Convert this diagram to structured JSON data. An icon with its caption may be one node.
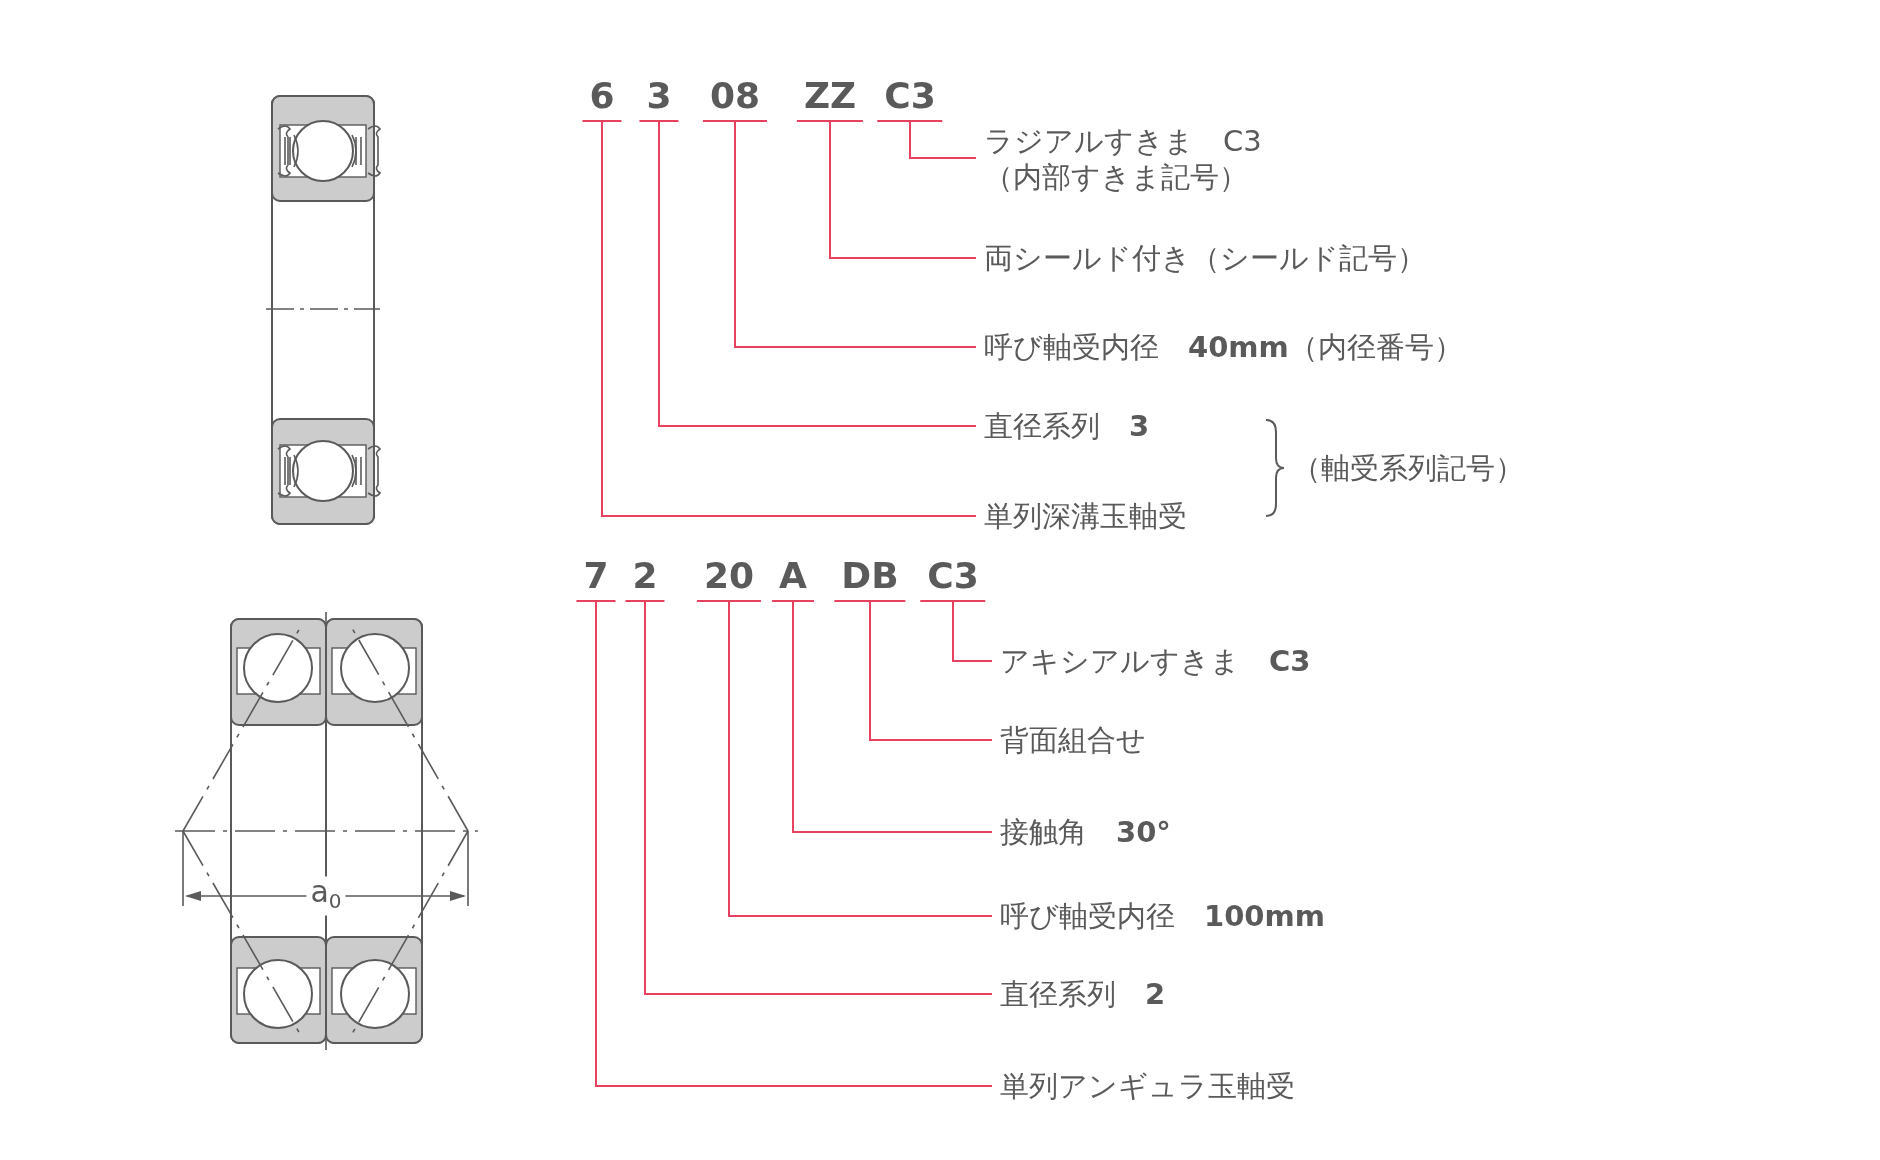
{
  "diagram": {
    "nodes": [
      {
        "text": [
          "6"
        ]
      },
      {
        "text": [
          "3"
        ]
      },
      {
        "text": [
          "08"
        ]
      },
      {
        "text": [
          "ZZ"
        ]
      },
      {
        "text": [
          "C3"
        ]
      },
      {
        "text": [
          "ラジアルすきま　C3",
          "（内部すきま記号）"
        ]
      },
      {
        "text": [
          "両シールド付き（シールド記号）"
        ]
      },
      {
        "text": [
          "呼び軸受内径　**40mm**（内径番号）"
        ]
      },
      {
        "text": [
          "直径系列　**3**"
        ]
      },
      {
        "text": [
          "単列深溝玉軸受"
        ]
      },
      {
        "text": [
          "7"
        ]
      },
      {
        "text": [
          "2"
        ]
      },
      {
        "text": [
          "20"
        ]
      },
      {
        "text": [
          "A"
        ]
      },
      {
        "text": [
          "DB"
        ]
      },
      {
        "text": [
          "C3"
        ]
      },
      {
        "text": [
          "アキシアルすきま　**C3**"
        ]
      },
      {
        "text": [
          "背面組合せ"
        ]
      },
      {
        "text": [
          "接触角　**30°**"
        ]
      },
      {
        "text": [
          "呼び軸受内径　**100mm**"
        ]
      },
      {
        "text": [
          "直径系列　**2**"
        ]
      },
      {
        "text": [
          "単列アンギュラ玉軸受"
        ]
      }
    ],
    "edges": [
      {
        "from": 4,
        "to": 5,
        "arrow": "none"
      },
      {
        "from": 3,
        "to": 6,
        "arrow": "none"
      },
      {
        "from": 2,
        "to": 7,
        "arrow": "none"
      },
      {
        "from": 1,
        "to": 8,
        "arrow": "none"
      },
      {
        "from": 0,
        "to": 9,
        "arrow": "none"
      },
      {
        "from": 15,
        "to": 16,
        "arrow": "none"
      },
      {
        "from": 14,
        "to": 17,
        "arrow": "none"
      },
      {
        "from": 13,
        "to": 18,
        "arrow": "none"
      },
      {
        "from": 12,
        "to": 19,
        "arrow": "none"
      },
      {
        "from": 11,
        "to": 20,
        "arrow": "none"
      },
      {
        "from": 10,
        "to": 21,
        "arrow": "none"
      }
    ],
    "labels": [
      "（軸受系列記号）",
      "a$_{0}$"
    ]
  }
}
